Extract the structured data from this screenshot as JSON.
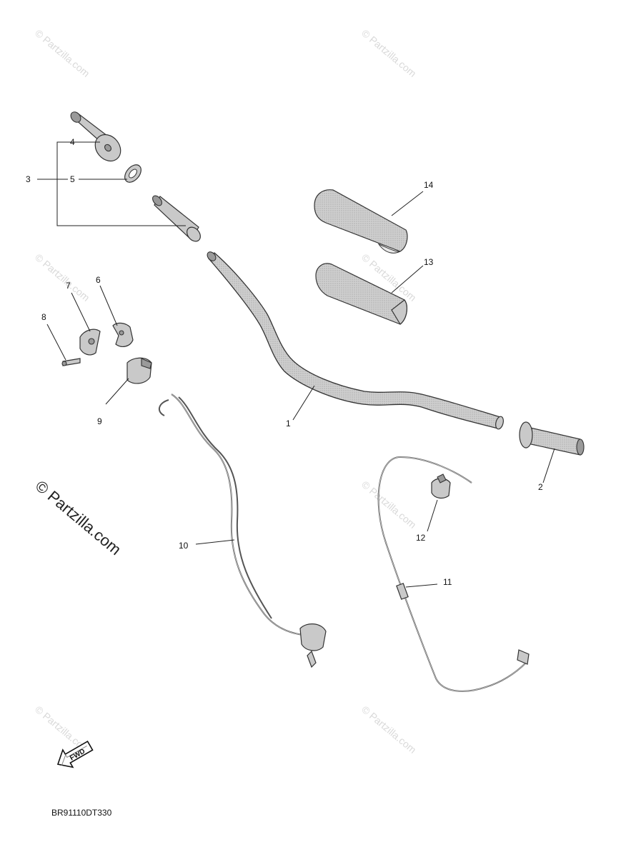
{
  "watermark_small": "© Partzilla.com",
  "watermark_large": "© Partzilla.com",
  "diagram_code": "BR91110DT330",
  "fwd_label": "FWD",
  "callouts": {
    "c1": "1",
    "c2": "2",
    "c3": "3",
    "c4": "4",
    "c5": "5",
    "c6": "6",
    "c7": "7",
    "c8": "8",
    "c9": "9",
    "c10": "10",
    "c11": "11",
    "c12": "12",
    "c13": "13",
    "c14": "14"
  }
}
